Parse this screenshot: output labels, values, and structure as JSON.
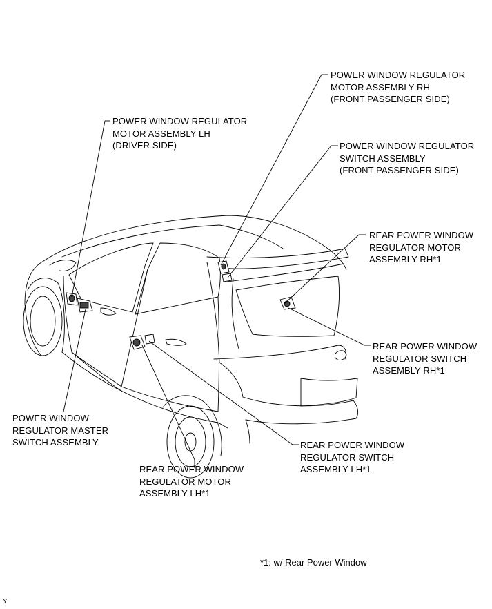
{
  "labels": {
    "motor_rh": [
      "POWER WINDOW REGULATOR",
      "MOTOR ASSEMBLY RH",
      "(FRONT PASSENGER SIDE)"
    ],
    "motor_lh": [
      "POWER WINDOW REGULATOR",
      "MOTOR ASSEMBLY LH",
      "(DRIVER SIDE)"
    ],
    "switch_front_passenger": [
      "POWER WINDOW REGULATOR",
      "SWITCH ASSEMBLY",
      "(FRONT PASSENGER SIDE)"
    ],
    "rear_motor_rh": [
      "REAR POWER WINDOW",
      "REGULATOR MOTOR",
      "ASSEMBLY RH*1"
    ],
    "rear_switch_rh": [
      "REAR POWER WINDOW",
      "REGULATOR SWITCH",
      "ASSEMBLY RH*1"
    ],
    "master_switch": [
      "POWER WINDOW",
      "REGULATOR MASTER",
      "SWITCH ASSEMBLY"
    ],
    "rear_switch_lh": [
      "REAR POWER WINDOW",
      "REGULATOR SWITCH",
      "ASSEMBLY LH*1"
    ],
    "rear_motor_lh": [
      "REAR POWER WINDOW",
      "REGULATOR MOTOR",
      "ASSEMBLY LH*1"
    ]
  },
  "footnote": "*1: w/ Rear Power Window",
  "figure_code": "Y"
}
